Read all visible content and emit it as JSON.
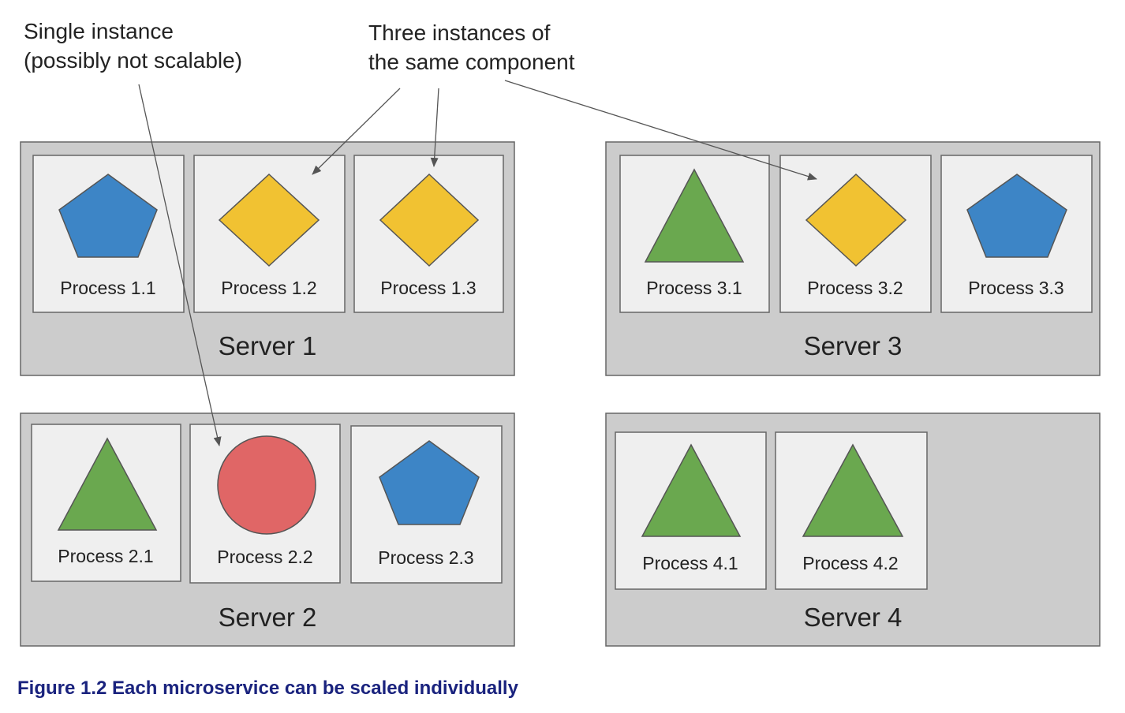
{
  "annotations": {
    "single_instance": {
      "line1": "Single instance",
      "line2": "(possibly not scalable)"
    },
    "three_instances": {
      "line1": "Three instances of",
      "line2": "the same component"
    }
  },
  "servers": [
    {
      "label": "Server 1",
      "processes": [
        {
          "label": "Process 1.1",
          "shape": "pentagon-icon",
          "color": "#3d85c6"
        },
        {
          "label": "Process 1.2",
          "shape": "diamond-icon",
          "color": "#f1c232"
        },
        {
          "label": "Process 1.3",
          "shape": "diamond-icon",
          "color": "#f1c232"
        }
      ]
    },
    {
      "label": "Server 2",
      "processes": [
        {
          "label": "Process 2.1",
          "shape": "triangle-icon",
          "color": "#6aa84f"
        },
        {
          "label": "Process 2.2",
          "shape": "circle-icon",
          "color": "#e06666"
        },
        {
          "label": "Process 2.3",
          "shape": "pentagon-icon",
          "color": "#3d85c6"
        }
      ]
    },
    {
      "label": "Server 3",
      "processes": [
        {
          "label": "Process 3.1",
          "shape": "triangle-icon",
          "color": "#6aa84f"
        },
        {
          "label": "Process 3.2",
          "shape": "diamond-icon",
          "color": "#f1c232"
        },
        {
          "label": "Process 3.3",
          "shape": "pentagon-icon",
          "color": "#3d85c6"
        }
      ]
    },
    {
      "label": "Server 4",
      "processes": [
        {
          "label": "Process 4.1",
          "shape": "triangle-icon",
          "color": "#6aa84f"
        },
        {
          "label": "Process 4.2",
          "shape": "triangle-icon",
          "color": "#6aa84f"
        }
      ]
    }
  ],
  "caption": "Figure 1.2 Each microservice can be scaled individually"
}
